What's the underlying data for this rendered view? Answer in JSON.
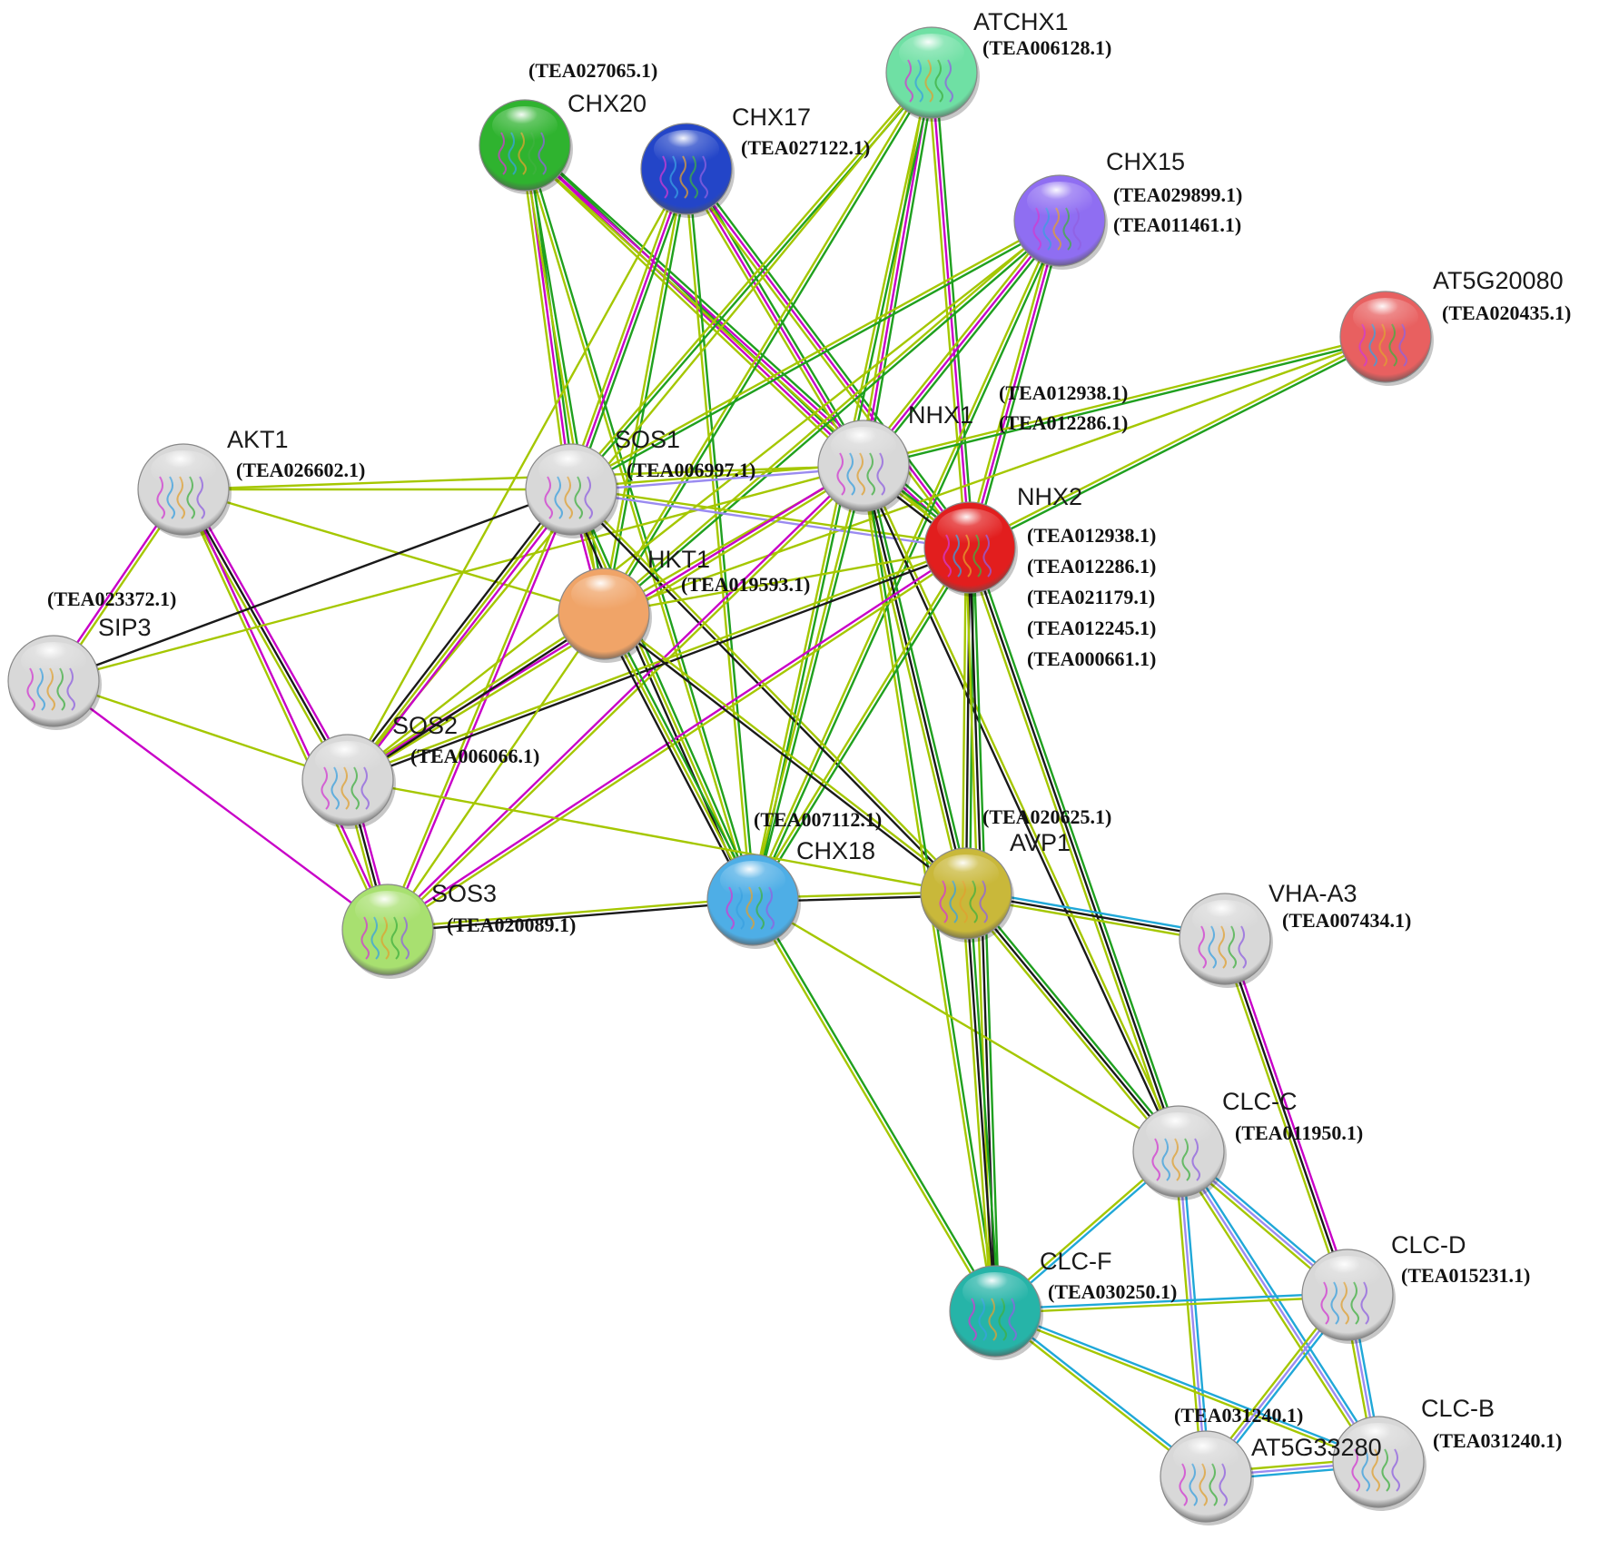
{
  "colors": {
    "experiments": "#c800c8",
    "textmining": "#a5c700",
    "coexpression": "#1a1a1a",
    "databases": "#20a8d8",
    "homology": "#9a8bf0",
    "neighborhood": "#1fa01f"
  },
  "nodes": [
    {
      "id": "ATCHX1",
      "label": "ATCHX1",
      "ids": [
        "(TEA006128.1)"
      ],
      "color": "#6fe0a4",
      "plain": false
    },
    {
      "id": "CHX20",
      "label": "CHX20",
      "ids": [
        "(TEA027065.1)"
      ],
      "color": "#2fb32f",
      "plain": false
    },
    {
      "id": "CHX17",
      "label": "CHX17",
      "ids": [
        "(TEA027122.1)"
      ],
      "color": "#2345c8",
      "plain": false
    },
    {
      "id": "CHX15",
      "label": "CHX15",
      "ids": [
        "(TEA029899.1)",
        "(TEA011461.1)"
      ],
      "color": "#8f6ef2",
      "plain": false
    },
    {
      "id": "AT5G20080",
      "label": "AT5G20080",
      "ids": [
        "(TEA020435.1)"
      ],
      "color": "#e86060",
      "plain": false
    },
    {
      "id": "AKT1",
      "label": "AKT1",
      "ids": [
        "(TEA026602.1)"
      ],
      "color": "#d8d8d8",
      "plain": false
    },
    {
      "id": "SOS1",
      "label": "SOS1",
      "ids": [
        "(TEA006997.1)"
      ],
      "color": "#d8d8d8",
      "plain": false
    },
    {
      "id": "NHX1",
      "label": "NHX1",
      "ids": [
        "(TEA012938.1)",
        "(TEA012286.1)"
      ],
      "color": "#d8d8d8",
      "plain": false
    },
    {
      "id": "NHX2",
      "label": "NHX2",
      "ids": [
        "(TEA012938.1)",
        "(TEA012286.1)",
        "(TEA021179.1)",
        "(TEA012245.1)",
        "(TEA000661.1)"
      ],
      "color": "#e21e1e",
      "plain": false
    },
    {
      "id": "HKT1",
      "label": "HKT1",
      "ids": [
        "(TEA019593.1)"
      ],
      "color": "#f0a468",
      "plain": true
    },
    {
      "id": "SIP3",
      "label": "SIP3",
      "ids": [
        "(TEA023372.1)"
      ],
      "color": "#d8d8d8",
      "plain": false
    },
    {
      "id": "SOS2",
      "label": "SOS2",
      "ids": [
        "(TEA006066.1)"
      ],
      "color": "#d8d8d8",
      "plain": false
    },
    {
      "id": "CHX18",
      "label": "CHX18",
      "ids": [
        "(TEA007112.1)"
      ],
      "color": "#4eaee6",
      "plain": false
    },
    {
      "id": "AVP1",
      "label": "AVP1",
      "ids": [
        "(TEA020625.1)"
      ],
      "color": "#c9b83a",
      "plain": false
    },
    {
      "id": "SOS3",
      "label": "SOS3",
      "ids": [
        "(TEA020089.1)"
      ],
      "color": "#a8e070",
      "plain": false
    },
    {
      "id": "VHA-A3",
      "label": "VHA-A3",
      "ids": [
        "(TEA007434.1)"
      ],
      "color": "#d8d8d8",
      "plain": false
    },
    {
      "id": "CLC-C",
      "label": "CLC-C",
      "ids": [
        "(TEA011950.1)"
      ],
      "color": "#d8d8d8",
      "plain": false
    },
    {
      "id": "CLC-F",
      "label": "CLC-F",
      "ids": [
        "(TEA030250.1)"
      ],
      "color": "#26b4a8",
      "plain": false
    },
    {
      "id": "CLC-D",
      "label": "CLC-D",
      "ids": [
        "(TEA015231.1)"
      ],
      "color": "#d8d8d8",
      "plain": false
    },
    {
      "id": "CLC-B",
      "label": "CLC-B",
      "ids": [
        "(TEA031240.1)"
      ],
      "color": "#d8d8d8",
      "plain": false
    },
    {
      "id": "AT5G33280",
      "label": "AT5G33280",
      "ids": [
        "(TEA031240.1)"
      ],
      "color": "#d8d8d8",
      "plain": false
    }
  ],
  "edges": [
    {
      "a": "CHX20",
      "b": "SOS1",
      "types": [
        "neighborhood",
        "experiments",
        "textmining"
      ]
    },
    {
      "a": "CHX20",
      "b": "NHX1",
      "types": [
        "neighborhood",
        "experiments",
        "textmining"
      ]
    },
    {
      "a": "CHX20",
      "b": "NHX2",
      "types": [
        "neighborhood",
        "experiments",
        "textmining"
      ]
    },
    {
      "a": "CHX20",
      "b": "HKT1",
      "types": [
        "neighborhood",
        "textmining"
      ]
    },
    {
      "a": "CHX20",
      "b": "CHX18",
      "types": [
        "neighborhood",
        "textmining"
      ]
    },
    {
      "a": "CHX17",
      "b": "SOS1",
      "types": [
        "neighborhood",
        "experiments",
        "textmining"
      ]
    },
    {
      "a": "CHX17",
      "b": "NHX1",
      "types": [
        "neighborhood",
        "experiments",
        "textmining"
      ]
    },
    {
      "a": "CHX17",
      "b": "NHX2",
      "types": [
        "neighborhood",
        "experiments",
        "textmining"
      ]
    },
    {
      "a": "CHX17",
      "b": "HKT1",
      "types": [
        "neighborhood",
        "textmining"
      ]
    },
    {
      "a": "CHX17",
      "b": "SOS2",
      "types": [
        "textmining"
      ]
    },
    {
      "a": "CHX17",
      "b": "CHX18",
      "types": [
        "neighborhood",
        "textmining"
      ]
    },
    {
      "a": "ATCHX1",
      "b": "SOS1",
      "types": [
        "neighborhood",
        "textmining"
      ]
    },
    {
      "a": "ATCHX1",
      "b": "NHX1",
      "types": [
        "neighborhood",
        "experiments",
        "textmining"
      ]
    },
    {
      "a": "ATCHX1",
      "b": "NHX2",
      "types": [
        "neighborhood",
        "experiments",
        "textmining"
      ]
    },
    {
      "a": "ATCHX1",
      "b": "HKT1",
      "types": [
        "neighborhood",
        "textmining"
      ]
    },
    {
      "a": "ATCHX1",
      "b": "CHX18",
      "types": [
        "neighborhood",
        "textmining"
      ]
    },
    {
      "a": "ATCHX1",
      "b": "SOS2",
      "types": [
        "textmining"
      ]
    },
    {
      "a": "CHX15",
      "b": "SOS1",
      "types": [
        "neighborhood",
        "textmining"
      ]
    },
    {
      "a": "CHX15",
      "b": "NHX1",
      "types": [
        "neighborhood",
        "experiments",
        "textmining"
      ]
    },
    {
      "a": "CHX15",
      "b": "NHX2",
      "types": [
        "neighborhood",
        "experiments",
        "textmining"
      ]
    },
    {
      "a": "CHX15",
      "b": "HKT1",
      "types": [
        "neighborhood",
        "textmining"
      ]
    },
    {
      "a": "CHX15",
      "b": "CHX18",
      "types": [
        "neighborhood",
        "textmining"
      ]
    },
    {
      "a": "CHX15",
      "b": "SOS2",
      "types": [
        "textmining"
      ]
    },
    {
      "a": "AT5G20080",
      "b": "NHX1",
      "types": [
        "neighborhood",
        "textmining"
      ]
    },
    {
      "a": "AT5G20080",
      "b": "NHX2",
      "types": [
        "neighborhood",
        "textmining"
      ]
    },
    {
      "a": "AT5G20080",
      "b": "HKT1",
      "types": [
        "textmining"
      ]
    },
    {
      "a": "AKT1",
      "b": "SOS1",
      "types": [
        "textmining"
      ]
    },
    {
      "a": "AKT1",
      "b": "HKT1",
      "types": [
        "textmining"
      ]
    },
    {
      "a": "AKT1",
      "b": "NHX1",
      "types": [
        "textmining"
      ]
    },
    {
      "a": "AKT1",
      "b": "SIP3",
      "types": [
        "textmining",
        "experiments"
      ]
    },
    {
      "a": "AKT1",
      "b": "SOS2",
      "types": [
        "experiments",
        "coexpression",
        "textmining"
      ]
    },
    {
      "a": "AKT1",
      "b": "SOS3",
      "types": [
        "experiments",
        "textmining"
      ]
    },
    {
      "a": "SIP3",
      "b": "SOS1",
      "types": [
        "coexpression"
      ]
    },
    {
      "a": "SIP3",
      "b": "SOS3",
      "types": [
        "experiments"
      ]
    },
    {
      "a": "SIP3",
      "b": "SOS2",
      "types": [
        "textmining"
      ]
    },
    {
      "a": "SIP3",
      "b": "NHX1",
      "types": [
        "textmining"
      ]
    },
    {
      "a": "SOS1",
      "b": "NHX1",
      "types": [
        "textmining",
        "homology"
      ]
    },
    {
      "a": "SOS1",
      "b": "NHX2",
      "types": [
        "textmining",
        "homology"
      ]
    },
    {
      "a": "SOS1",
      "b": "HKT1",
      "types": [
        "textmining",
        "experiments"
      ]
    },
    {
      "a": "SOS1",
      "b": "SOS2",
      "types": [
        "experiments",
        "textmining",
        "coexpression"
      ]
    },
    {
      "a": "SOS1",
      "b": "SOS3",
      "types": [
        "experiments",
        "textmining"
      ]
    },
    {
      "a": "SOS1",
      "b": "CHX18",
      "types": [
        "neighborhood",
        "textmining",
        "coexpression"
      ]
    },
    {
      "a": "SOS1",
      "b": "AVP1",
      "types": [
        "textmining",
        "coexpression"
      ]
    },
    {
      "a": "NHX1",
      "b": "NHX2",
      "types": [
        "neighborhood",
        "textmining",
        "coexpression"
      ]
    },
    {
      "a": "NHX1",
      "b": "HKT1",
      "types": [
        "textmining"
      ]
    },
    {
      "a": "NHX1",
      "b": "SOS2",
      "types": [
        "textmining",
        "experiments"
      ]
    },
    {
      "a": "NHX1",
      "b": "SOS3",
      "types": [
        "textmining",
        "experiments"
      ]
    },
    {
      "a": "NHX1",
      "b": "CHX18",
      "types": [
        "neighborhood",
        "textmining"
      ]
    },
    {
      "a": "NHX1",
      "b": "AVP1",
      "types": [
        "neighborhood",
        "coexpression",
        "textmining"
      ]
    },
    {
      "a": "NHX1",
      "b": "CLC-C",
      "types": [
        "textmining",
        "coexpression"
      ]
    },
    {
      "a": "NHX1",
      "b": "CLC-F",
      "types": [
        "neighborhood",
        "textmining"
      ]
    },
    {
      "a": "NHX2",
      "b": "HKT1",
      "types": [
        "textmining"
      ]
    },
    {
      "a": "NHX2",
      "b": "SOS2",
      "types": [
        "coexpression",
        "textmining"
      ]
    },
    {
      "a": "NHX2",
      "b": "SOS3",
      "types": [
        "textmining",
        "experiments"
      ]
    },
    {
      "a": "NHX2",
      "b": "CHX18",
      "types": [
        "neighborhood",
        "textmining"
      ]
    },
    {
      "a": "NHX2",
      "b": "AVP1",
      "types": [
        "neighborhood",
        "coexpression",
        "textmining"
      ]
    },
    {
      "a": "NHX2",
      "b": "CLC-C",
      "types": [
        "neighborhood",
        "coexpression",
        "textmining"
      ]
    },
    {
      "a": "NHX2",
      "b": "CLC-F",
      "types": [
        "neighborhood",
        "coexpression",
        "textmining"
      ]
    },
    {
      "a": "HKT1",
      "b": "SOS2",
      "types": [
        "coexpression",
        "textmining"
      ]
    },
    {
      "a": "HKT1",
      "b": "SOS3",
      "types": [
        "textmining"
      ]
    },
    {
      "a": "HKT1",
      "b": "CHX18",
      "types": [
        "neighborhood",
        "textmining",
        "coexpression"
      ]
    },
    {
      "a": "HKT1",
      "b": "AVP1",
      "types": [
        "textmining",
        "coexpression"
      ]
    },
    {
      "a": "SOS2",
      "b": "SOS3",
      "types": [
        "experiments",
        "coexpression",
        "textmining"
      ]
    },
    {
      "a": "SOS2",
      "b": "AVP1",
      "types": [
        "textmining"
      ]
    },
    {
      "a": "SOS3",
      "b": "CHX18",
      "types": [
        "textmining",
        "coexpression"
      ]
    },
    {
      "a": "CHX18",
      "b": "AVP1",
      "types": [
        "textmining",
        "coexpression"
      ]
    },
    {
      "a": "CHX18",
      "b": "CLC-C",
      "types": [
        "textmining"
      ]
    },
    {
      "a": "CHX18",
      "b": "CLC-F",
      "types": [
        "neighborhood",
        "textmining"
      ]
    },
    {
      "a": "AVP1",
      "b": "VHA-A3",
      "types": [
        "databases",
        "coexpression",
        "textmining"
      ]
    },
    {
      "a": "AVP1",
      "b": "CLC-C",
      "types": [
        "neighborhood",
        "coexpression",
        "textmining"
      ]
    },
    {
      "a": "AVP1",
      "b": "CLC-F",
      "types": [
        "neighborhood",
        "coexpression",
        "textmining"
      ]
    },
    {
      "a": "VHA-A3",
      "b": "CLC-D",
      "types": [
        "experiments",
        "coexpression",
        "textmining"
      ]
    },
    {
      "a": "CLC-C",
      "b": "CLC-F",
      "types": [
        "databases",
        "textmining"
      ]
    },
    {
      "a": "CLC-C",
      "b": "CLC-D",
      "types": [
        "databases",
        "homology",
        "textmining"
      ]
    },
    {
      "a": "CLC-C",
      "b": "CLC-B",
      "types": [
        "databases",
        "homology",
        "textmining"
      ]
    },
    {
      "a": "CLC-C",
      "b": "AT5G33280",
      "types": [
        "databases",
        "homology",
        "textmining"
      ]
    },
    {
      "a": "CLC-F",
      "b": "CLC-D",
      "types": [
        "databases",
        "textmining"
      ]
    },
    {
      "a": "CLC-F",
      "b": "CLC-B",
      "types": [
        "databases",
        "textmining"
      ]
    },
    {
      "a": "CLC-F",
      "b": "AT5G33280",
      "types": [
        "databases",
        "textmining"
      ]
    },
    {
      "a": "CLC-D",
      "b": "CLC-B",
      "types": [
        "databases",
        "homology",
        "textmining"
      ]
    },
    {
      "a": "CLC-D",
      "b": "AT5G33280",
      "types": [
        "databases",
        "homology",
        "textmining"
      ]
    },
    {
      "a": "CLC-B",
      "b": "AT5G33280",
      "types": [
        "databases",
        "homology",
        "textmining"
      ]
    }
  ]
}
